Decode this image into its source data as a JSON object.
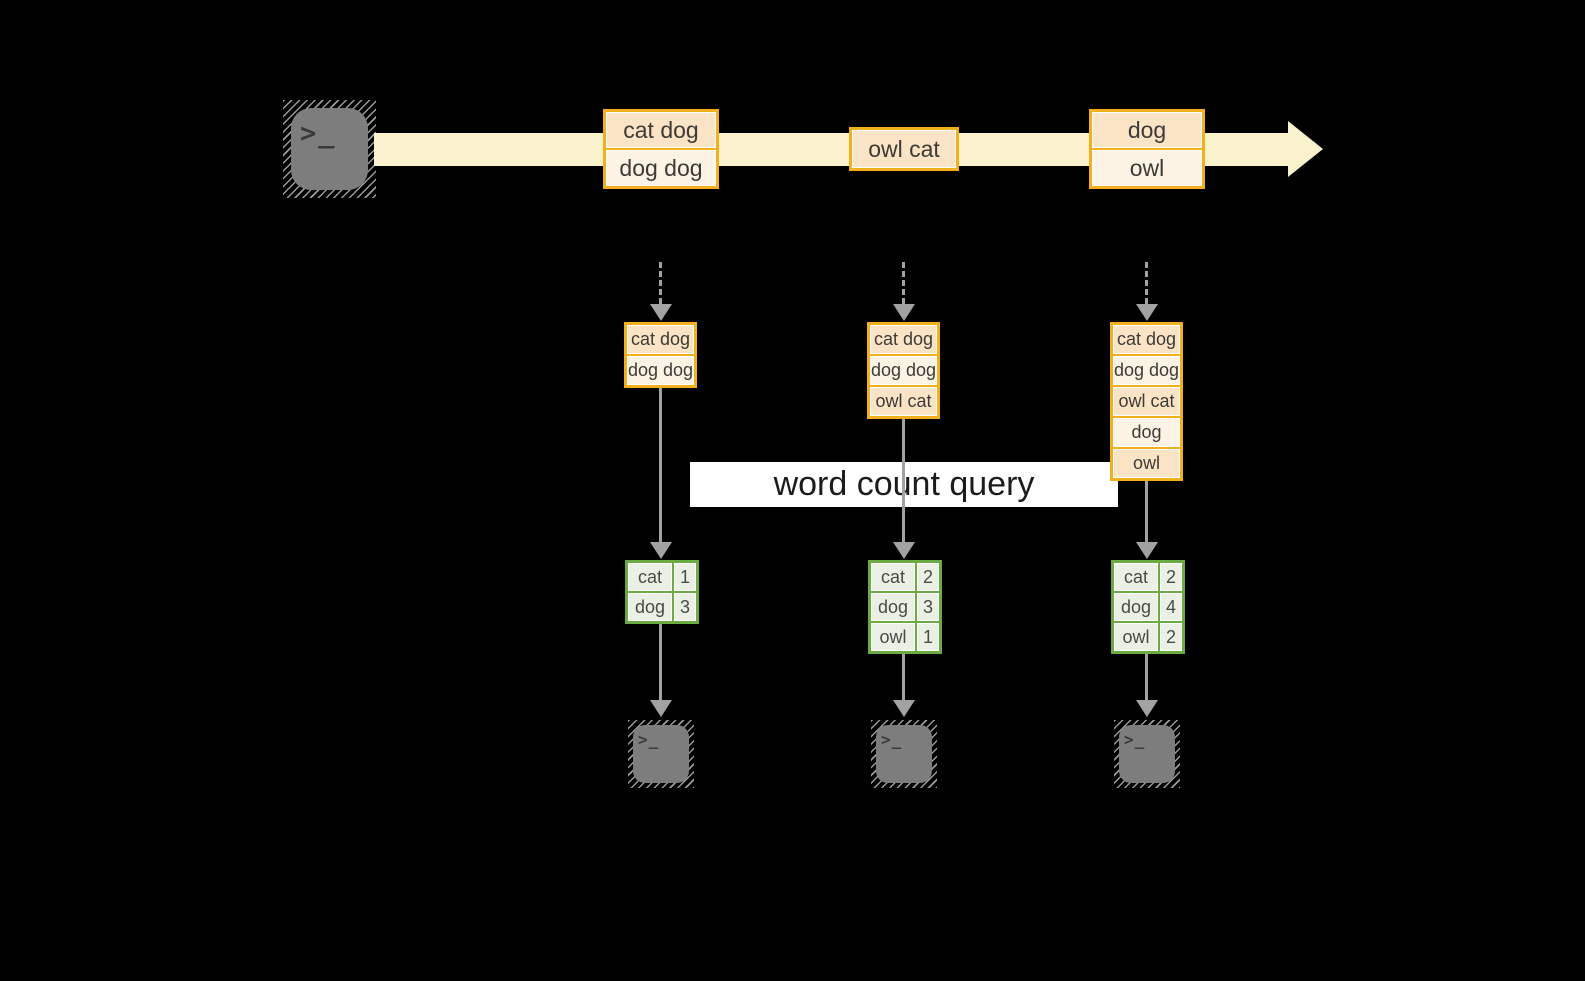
{
  "diagram": {
    "query_label": "word count query",
    "terminal_glyph": ">_",
    "stream_batches": [
      {
        "rows": [
          "cat dog",
          "dog dog"
        ]
      },
      {
        "rows": [
          "owl cat"
        ]
      },
      {
        "rows": [
          "dog",
          "owl"
        ]
      }
    ],
    "columns": [
      {
        "input_rows": [
          "cat dog",
          "dog dog"
        ],
        "counts": [
          {
            "word": "cat",
            "count": "1"
          },
          {
            "word": "dog",
            "count": "3"
          }
        ]
      },
      {
        "input_rows": [
          "cat dog",
          "dog dog",
          "owl cat"
        ],
        "counts": [
          {
            "word": "cat",
            "count": "2"
          },
          {
            "word": "dog",
            "count": "3"
          },
          {
            "word": "owl",
            "count": "1"
          }
        ]
      },
      {
        "input_rows": [
          "cat dog",
          "dog dog",
          "owl cat",
          "dog",
          "owl"
        ],
        "counts": [
          {
            "word": "cat",
            "count": "2"
          },
          {
            "word": "dog",
            "count": "4"
          },
          {
            "word": "owl",
            "count": "2"
          }
        ]
      }
    ],
    "colors": {
      "background": "#000000",
      "stream_band": "#faf1cd",
      "orange_frame": "#f2b01c",
      "cell_peach": "#fbe3c6",
      "cell_cream": "#fdf3e4",
      "green_frame": "#6cab44",
      "green_cell": "#eaf0e3",
      "arrow_gray": "#a2a2a2",
      "terminal_gray": "#7d7d7d",
      "label_bg": "#ffffff"
    }
  }
}
